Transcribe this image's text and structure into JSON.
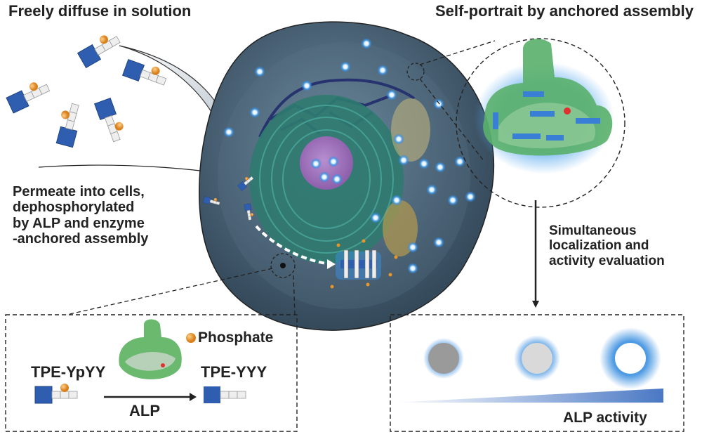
{
  "titles": {
    "top_left": "Freely diffuse in solution",
    "top_right": "Self-portrait by anchored assembly"
  },
  "left_caption": [
    "Permeate into cells,",
    "dephosphorylated",
    "by ALP and enzyme",
    "-anchored assembly"
  ],
  "right_caption": [
    "Simultaneous",
    "localization and",
    "activity evaluation"
  ],
  "reaction_panel": {
    "legend": "Phosphate",
    "substrate": "TPE-YpYY",
    "product": "TPE-YYY",
    "enzyme": "ALP"
  },
  "activity_panel": {
    "axis_label": "ALP activity",
    "levels": [
      {
        "fill": "#9a9a9a",
        "glow": "low"
      },
      {
        "fill": "#d9d9d9",
        "glow": "medium"
      },
      {
        "fill": "#ffffff",
        "glow": "high"
      }
    ]
  },
  "colors": {
    "tpe_blue": "#2f5eb0",
    "phosphate_orange": "#e8952a",
    "glow_blue": "#3a8fe0",
    "cell_body": "#3f5566",
    "enzyme_green": "#4caf5a",
    "active_site_red": "#e03030"
  }
}
